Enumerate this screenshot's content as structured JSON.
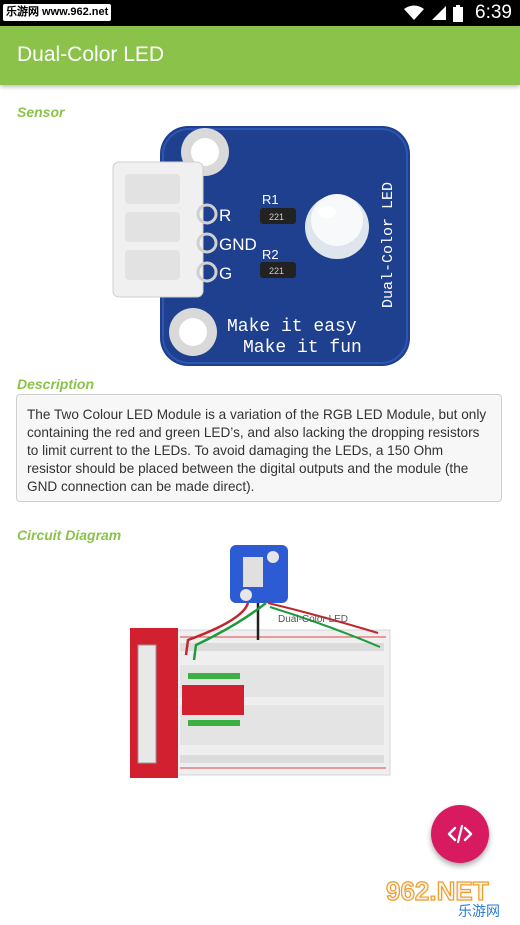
{
  "status_bar": {
    "watermark": "乐游网 www.962.net",
    "time": "6:39"
  },
  "app_bar": {
    "title": "Dual-Color LED"
  },
  "sensor": {
    "heading": "Sensor",
    "board_labels": {
      "r": "R",
      "gnd": "GND",
      "g": "G",
      "r1": "R1",
      "r2": "R2",
      "res1": "221",
      "res2": "221",
      "side": "Dual-Color LED",
      "line1": "Make it easy",
      "line2": "Make it fun"
    }
  },
  "description": {
    "heading": "Description",
    "text": "The Two Colour LED Module is a variation of the RGB LED Module, but only containing the red and green LED’s, and also lacking the dropping resistors to limit current to the LEDs. To avoid damaging the LEDs, a 150 Ohm resistor should be placed between the digital outputs and the module (the GND connection can be made direct)."
  },
  "circuit": {
    "heading": "Circuit Diagram",
    "label": "Dual-Color LED"
  },
  "fab": {
    "icon": "code-icon"
  },
  "footer_watermark": {
    "brand": "962.NET",
    "sub": "乐游网"
  }
}
